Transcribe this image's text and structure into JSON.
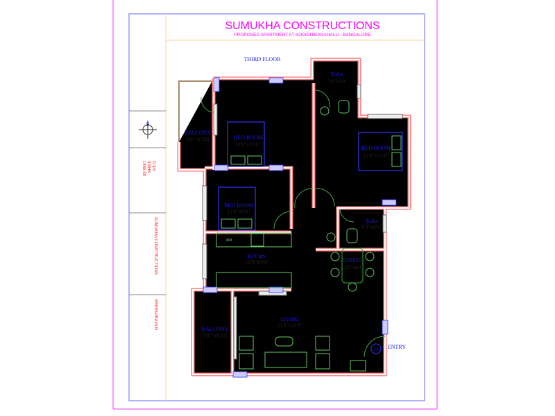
{
  "header": {
    "title": "SUMUKHA CONSTRUCTIONS",
    "subtitle": "PROPOSED APARTMENT AT KODICHIKANAHALLI , BANGALORE",
    "floor": "THIRD FLOOR"
  },
  "sidebar": {
    "north_label": "N",
    "unit_no": "D 3/4",
    "unit_type": "3 BHK",
    "area": "1465 Sft",
    "builder": "SUMUKHA CONSTRUCTIONS",
    "architect": "SREEKARA M.H"
  },
  "rooms": {
    "toilet1": {
      "name": "Toilet",
      "size": "5'6\"x8'0\""
    },
    "balcony1": {
      "name": "BALCONY",
      "size": "5'0\" WIDE"
    },
    "bed1": {
      "name": "BED ROOM",
      "size": "14'0\"x12'0\""
    },
    "bed2": {
      "name": "BED ROOM",
      "size": "12'6\"x12'0\""
    },
    "bed3": {
      "name": "BED ROOM",
      "size": "12'0\"x9'0\""
    },
    "toilet2": {
      "name": "Toilet",
      "size": "6'3\"x6'0\""
    },
    "kitchen": {
      "name": "KIT/uty",
      "size": "12'0\"x8'0\""
    },
    "dining": {
      "name": "DINING",
      "size": "13'0\"wide"
    },
    "living": {
      "name": "LIVING",
      "size": "21'3\"x11'6\""
    },
    "balcony2": {
      "name": "BALCONY",
      "size": "5'0\" WIDE"
    }
  },
  "fixtures": {
    "washing_machine": "WM"
  },
  "entry": {
    "label": "ENTRY",
    "number": "14"
  },
  "colors": {
    "border": "#ff33ff",
    "wall": "#ff7777",
    "label": "#1a1ae0",
    "frame": "#9999ff",
    "title": "#ff00ff"
  }
}
